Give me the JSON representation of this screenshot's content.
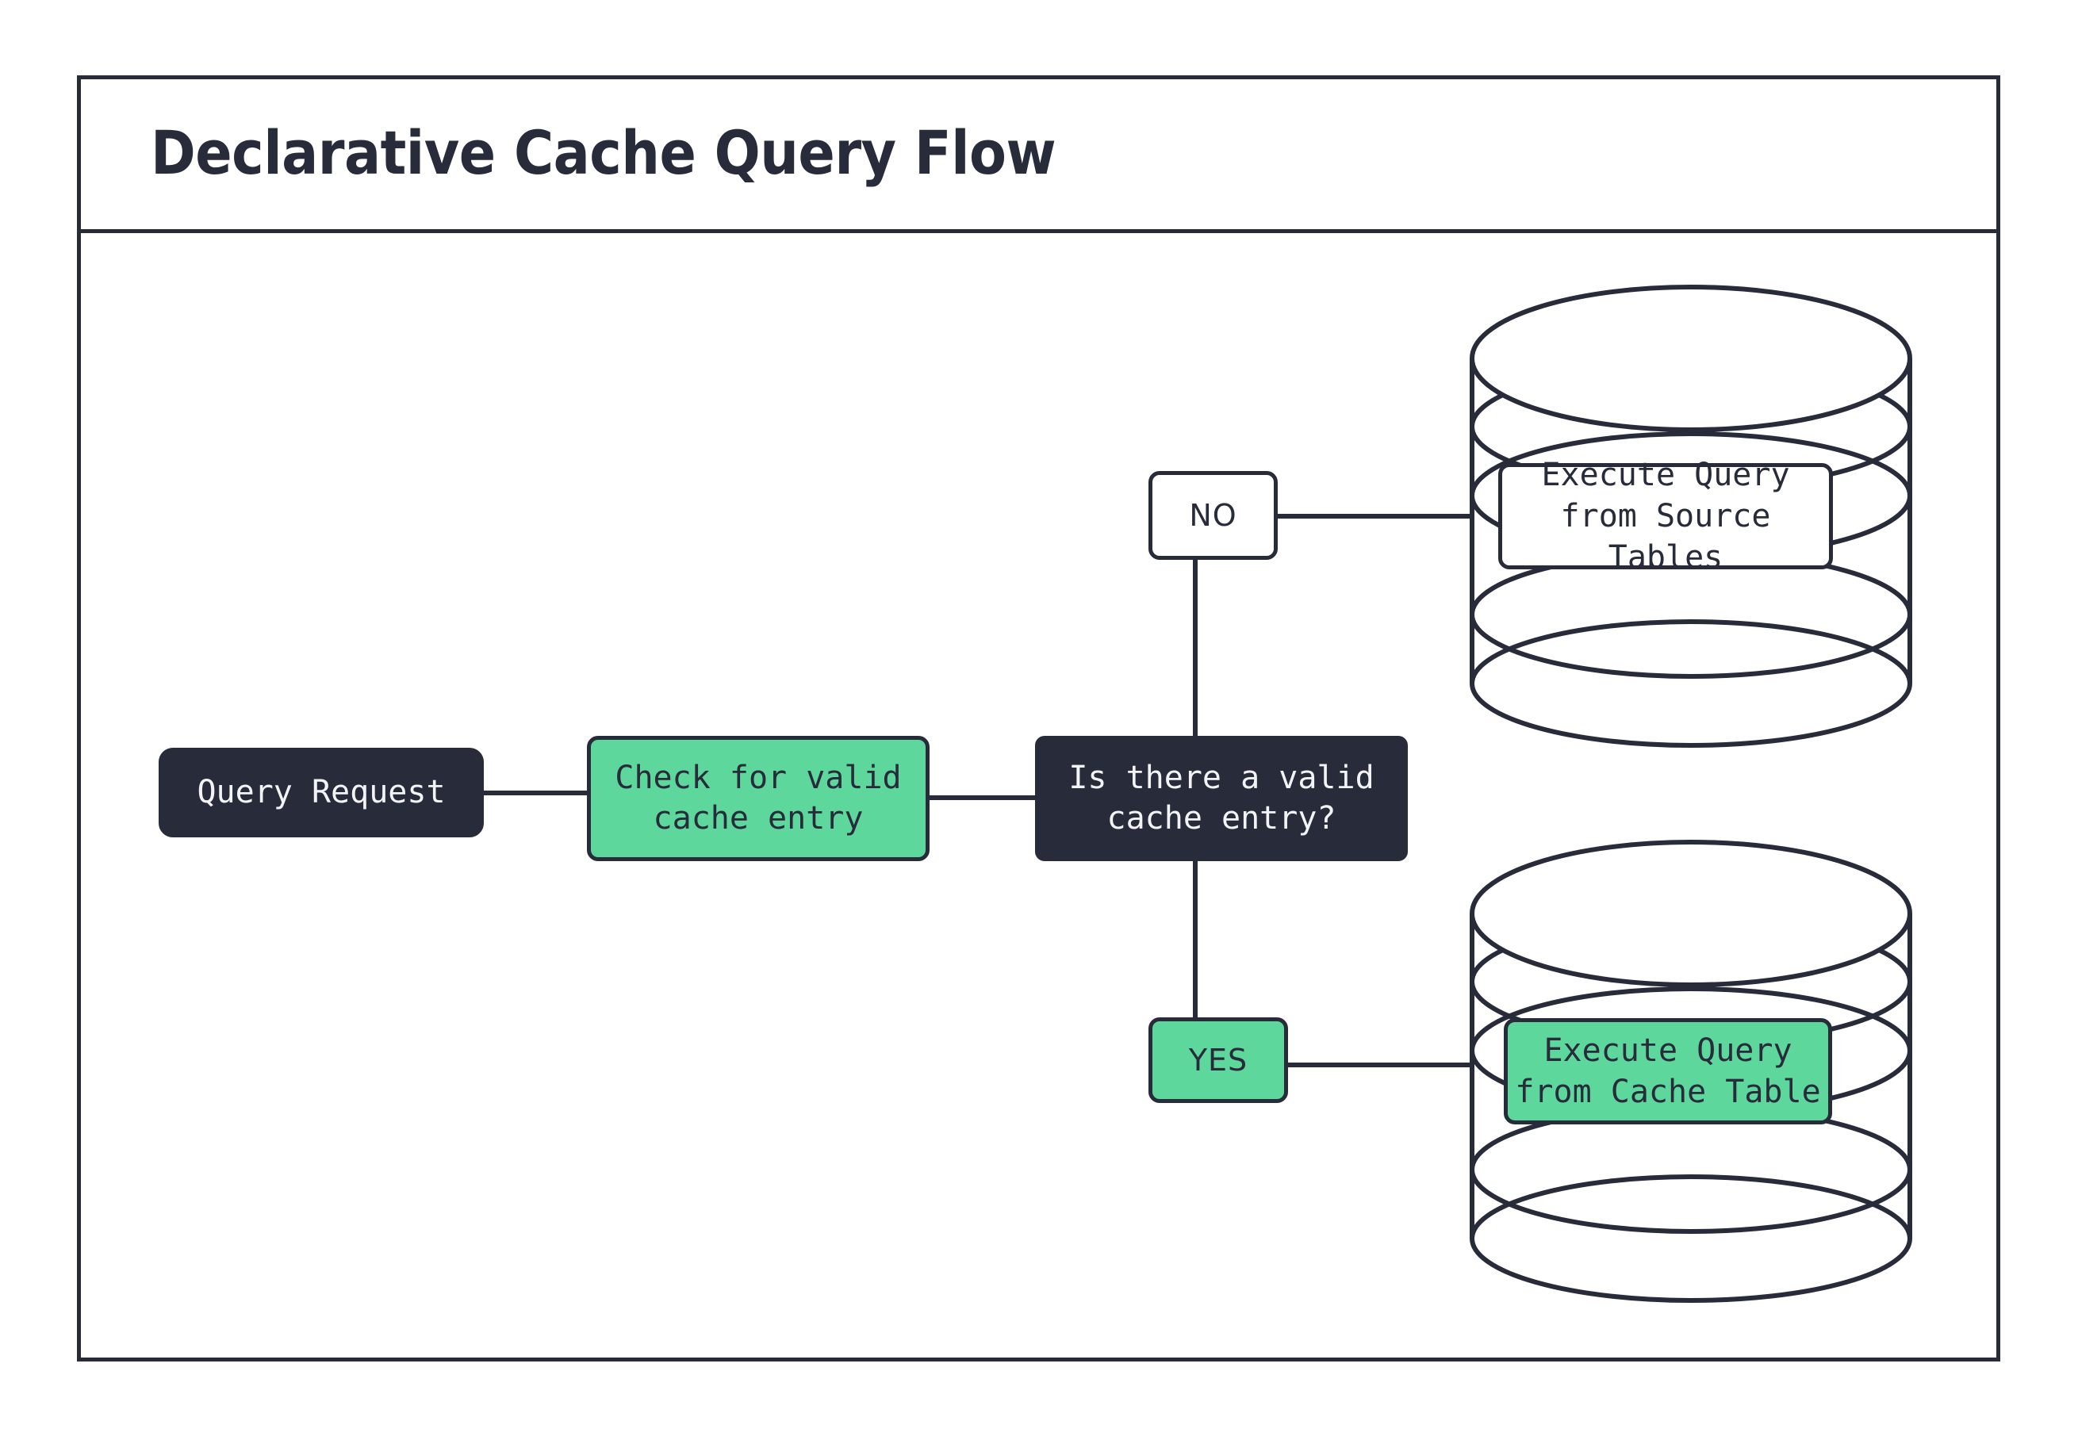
{
  "diagram": {
    "title": "Declarative Cache Query Flow",
    "colors": {
      "dark": "#272b3a",
      "green": "#5ed79d",
      "white": "#ffffff",
      "stroke": "#272b3a"
    }
  },
  "nodes": {
    "query_request": "Query Request",
    "check_cache": "Check for valid\ncache entry",
    "decision": "Is there a valid\ncache entry?"
  },
  "branches": {
    "no_label": "NO",
    "yes_label": "YES"
  },
  "datastores": {
    "source": {
      "caption": "Execute Query\nfrom Source Tables",
      "icon": "database-cylinder-icon"
    },
    "cache": {
      "caption": "Execute Query\nfrom Cache Table",
      "icon": "database-cylinder-icon"
    }
  },
  "flow": {
    "edges": [
      {
        "from": "query_request",
        "to": "check_cache",
        "label": ""
      },
      {
        "from": "check_cache",
        "to": "decision",
        "label": ""
      },
      {
        "from": "decision",
        "to": "source",
        "label": "NO"
      },
      {
        "from": "decision",
        "to": "cache",
        "label": "YES"
      }
    ]
  }
}
